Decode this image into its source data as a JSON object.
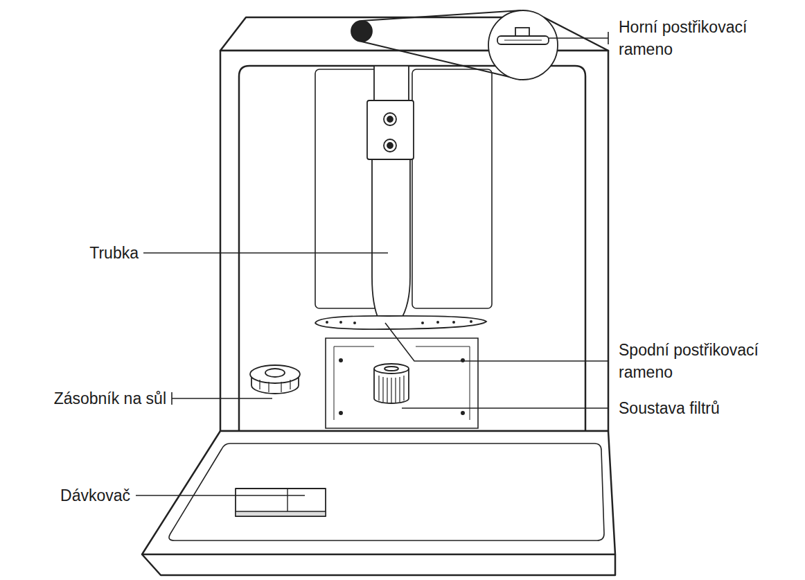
{
  "diagram": {
    "labels": [
      "Horní postřikovací rameno",
      "Trubka",
      "Spodní postřikovací rameno",
      "Zásobník na sůl",
      "Soustava filtrů",
      "Dávkovač"
    ]
  }
}
